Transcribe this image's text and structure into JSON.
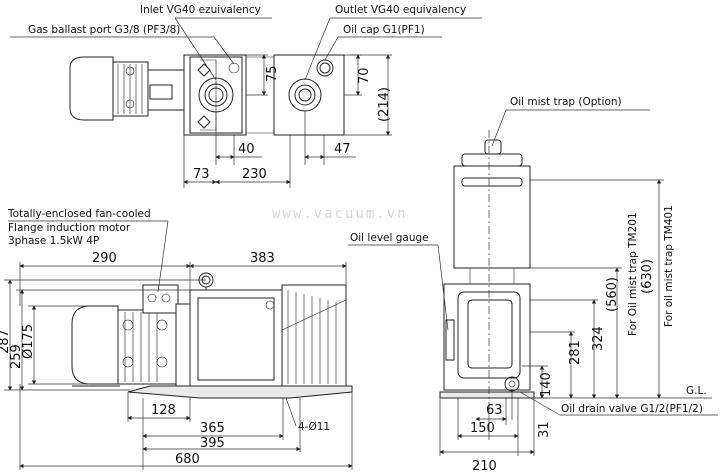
{
  "watermark": "www.vacuum.vn",
  "labels": {
    "inlet": "Inlet VG40 ezuivalency",
    "outlet": "Outlet VG40 equivalency",
    "gas_ballast": "Gas ballast port G3/8 (PF3/8)",
    "oil_cap": "Oil cap G1(PF1)",
    "motor_line1": "Totally-enclosed fan-cooled",
    "motor_line2": "Flange induction motor",
    "motor_line3": "3phase 1.5kW  4P",
    "oil_level": "Oil level gauge",
    "oil_mist_trap": "Oil mist trap (Option)",
    "oil_drain": "Oil drain valve G1/2(PF1/2)",
    "gl": "G.L.",
    "holes": "4-Ø11",
    "tm201": "For Oil mist trap TM201",
    "tm401": "For oil mist trap TM401"
  },
  "dims": {
    "top_75": "75",
    "top_70": "70",
    "top_214": "(214)",
    "top_40": "40",
    "top_47": "47",
    "top_73": "73",
    "top_230": "230",
    "front_290": "290",
    "front_383": "383",
    "front_287": "287",
    "front_259": "259",
    "front_175": "Ø175",
    "front_128": "128",
    "front_365": "365",
    "front_395": "395",
    "front_680": "680",
    "side_560": "(560)",
    "side_630": "(630)",
    "side_324": "324",
    "side_281": "281",
    "side_140": "140",
    "side_31": "31",
    "side_63": "63",
    "side_150": "150",
    "side_210": "210"
  }
}
